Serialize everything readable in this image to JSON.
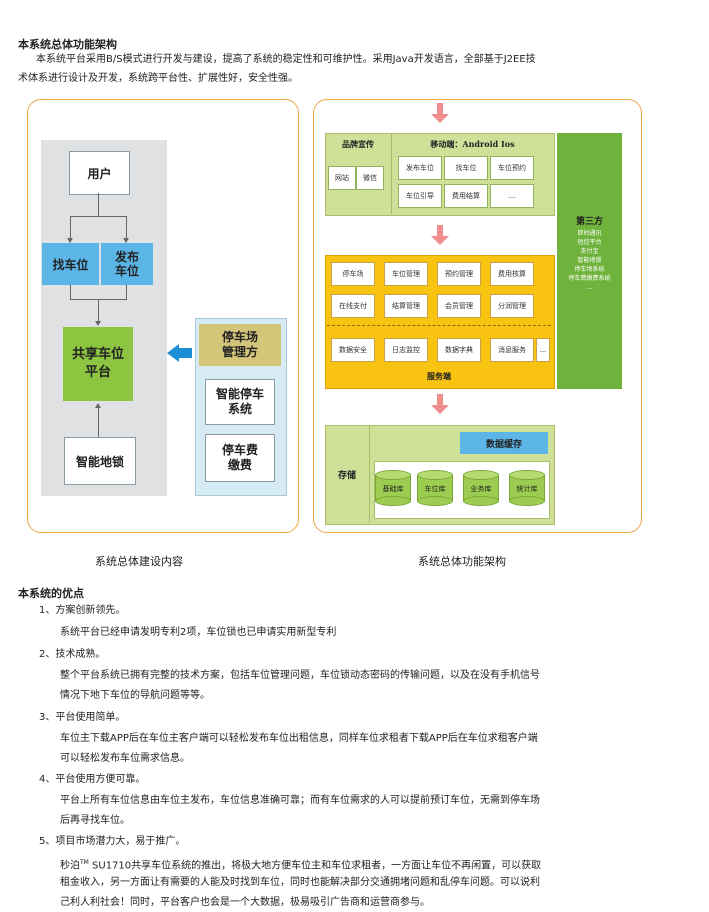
{
  "section1": {
    "title": "本系统总体功能架构",
    "intro_line1": "本系统平台采用B/S模式进行开发与建设，提高了系统的稳定性和可维护性。采用Java开发语言，全部基于J2EE技",
    "intro_line2": "术体系进行设计及开发，系统跨平台性、扩展性好，安全性强。"
  },
  "left_diagram": {
    "caption": "系统总体建设内容",
    "user": "用户",
    "find_spot": "找车位",
    "publish_spot_1": "发布",
    "publish_spot_2": "车位",
    "shared_1": "共享车位",
    "shared_2": "平台",
    "smart_lock": "智能地锁",
    "parking_mgr_1": "停车场",
    "parking_mgr_2": "管理方",
    "smart_parking_1": "智能停车",
    "smart_parking_2": "系统",
    "parking_fee_1": "停车费",
    "parking_fee_2": "缴费"
  },
  "right_diagram": {
    "caption": "系统总体功能架构",
    "brand": {
      "title": "品牌宣传",
      "items": [
        "网站",
        "微信"
      ]
    },
    "mobile": {
      "title": "移动端：Android Ios",
      "items": [
        "发布车位",
        "找车位",
        "车位预约",
        "车位引导",
        "费用结算",
        "..."
      ]
    },
    "third_party": {
      "title": "第三方",
      "items": [
        "即时通讯",
        "短信平台",
        "支付宝",
        "智能地锁",
        "停车场系统",
        "停车费缴费系统",
        "..."
      ]
    },
    "server": {
      "title": "服务端",
      "row1": [
        "停车场",
        "车位管理",
        "预约管理",
        "费用核算"
      ],
      "row2": [
        "在线支付",
        "结算管理",
        "会员管理",
        "分润管理"
      ],
      "row3": [
        "数据安全",
        "日志监控",
        "数据字典",
        "消息服务",
        "..."
      ]
    },
    "storage": {
      "title": "存储",
      "cache": "数据缓存",
      "dbs": [
        "基础库",
        "车位库",
        "业务库",
        "统计库"
      ]
    }
  },
  "section2": {
    "title": "本系统的优点",
    "items": [
      {
        "head": "1、方案创新领先。",
        "lines": [
          "系统平台已经申请发明专利2项，车位锁也已申请实用新型专利"
        ]
      },
      {
        "head": "2、技术成熟。",
        "lines": [
          "整个平台系统已拥有完整的技术方案，包括车位管理问题，车位锁动态密码的传输问题，以及在没有手机信号",
          "情况下地下车位的导航问题等等。"
        ]
      },
      {
        "head": "3、平台使用简单。",
        "lines": [
          "车位主下载APP后在车位主客户端可以轻松发布车位出租信息，同样车位求租者下载APP后在车位求租客户端",
          "可以轻松发布车位需求信息。"
        ]
      },
      {
        "head": "4、平台使用方便可靠。",
        "lines": [
          "平台上所有车位信息由车位主发布，车位信息准确可靠；而有车位需求的人可以提前预订车位，无需到停车场",
          "后再寻找车位。"
        ]
      },
      {
        "head": "5、项目市场潜力大，易于推广。",
        "lines": [
          "秒泊",
          "TM",
          " SU1710共享车位系统的推出，将极大地方便车位主和车位求租者，一方面让车位不再闲置，可以获取",
          "租金收入，另一方面让有需要的人能及时找到车位，同时也能解决部分交通拥堵问题和乱停车问题。可以说利",
          "己利人利社会！同时，平台客户也会是一个大数据，极易吸引广告商和运营商参与。"
        ]
      }
    ]
  }
}
